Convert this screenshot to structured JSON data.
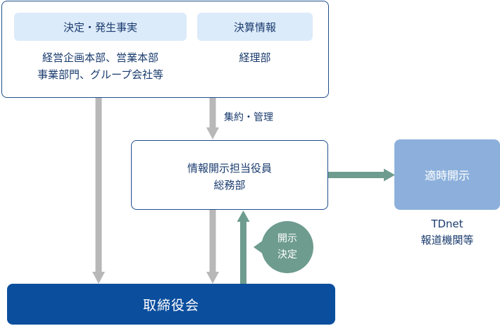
{
  "top_box": {
    "decision_label": "決定・発生事実",
    "decision_line1": "経営企画本部、営業本部",
    "decision_line2": "事業部門、グループ会社等",
    "settlement_label": "決算情報",
    "settlement_dept": "経理部"
  },
  "aggregation_label": "集約・管理",
  "middle_box": {
    "line1": "情報開示担当役員",
    "line2": "総務部"
  },
  "disclosure_box": {
    "label": "適時開示",
    "sub1": "TDnet",
    "sub2": "報道機関等"
  },
  "decision_circle": {
    "line1": "開示",
    "line2": "決定"
  },
  "board": {
    "label": "取締役会"
  },
  "colors": {
    "navy": "#0b4e9e",
    "border": "#1f4e8c",
    "pill": "#dcebfa",
    "gray_arrow": "#b8b8b8",
    "green": "#6e9c8f",
    "light_blue": "#8cb0db"
  }
}
